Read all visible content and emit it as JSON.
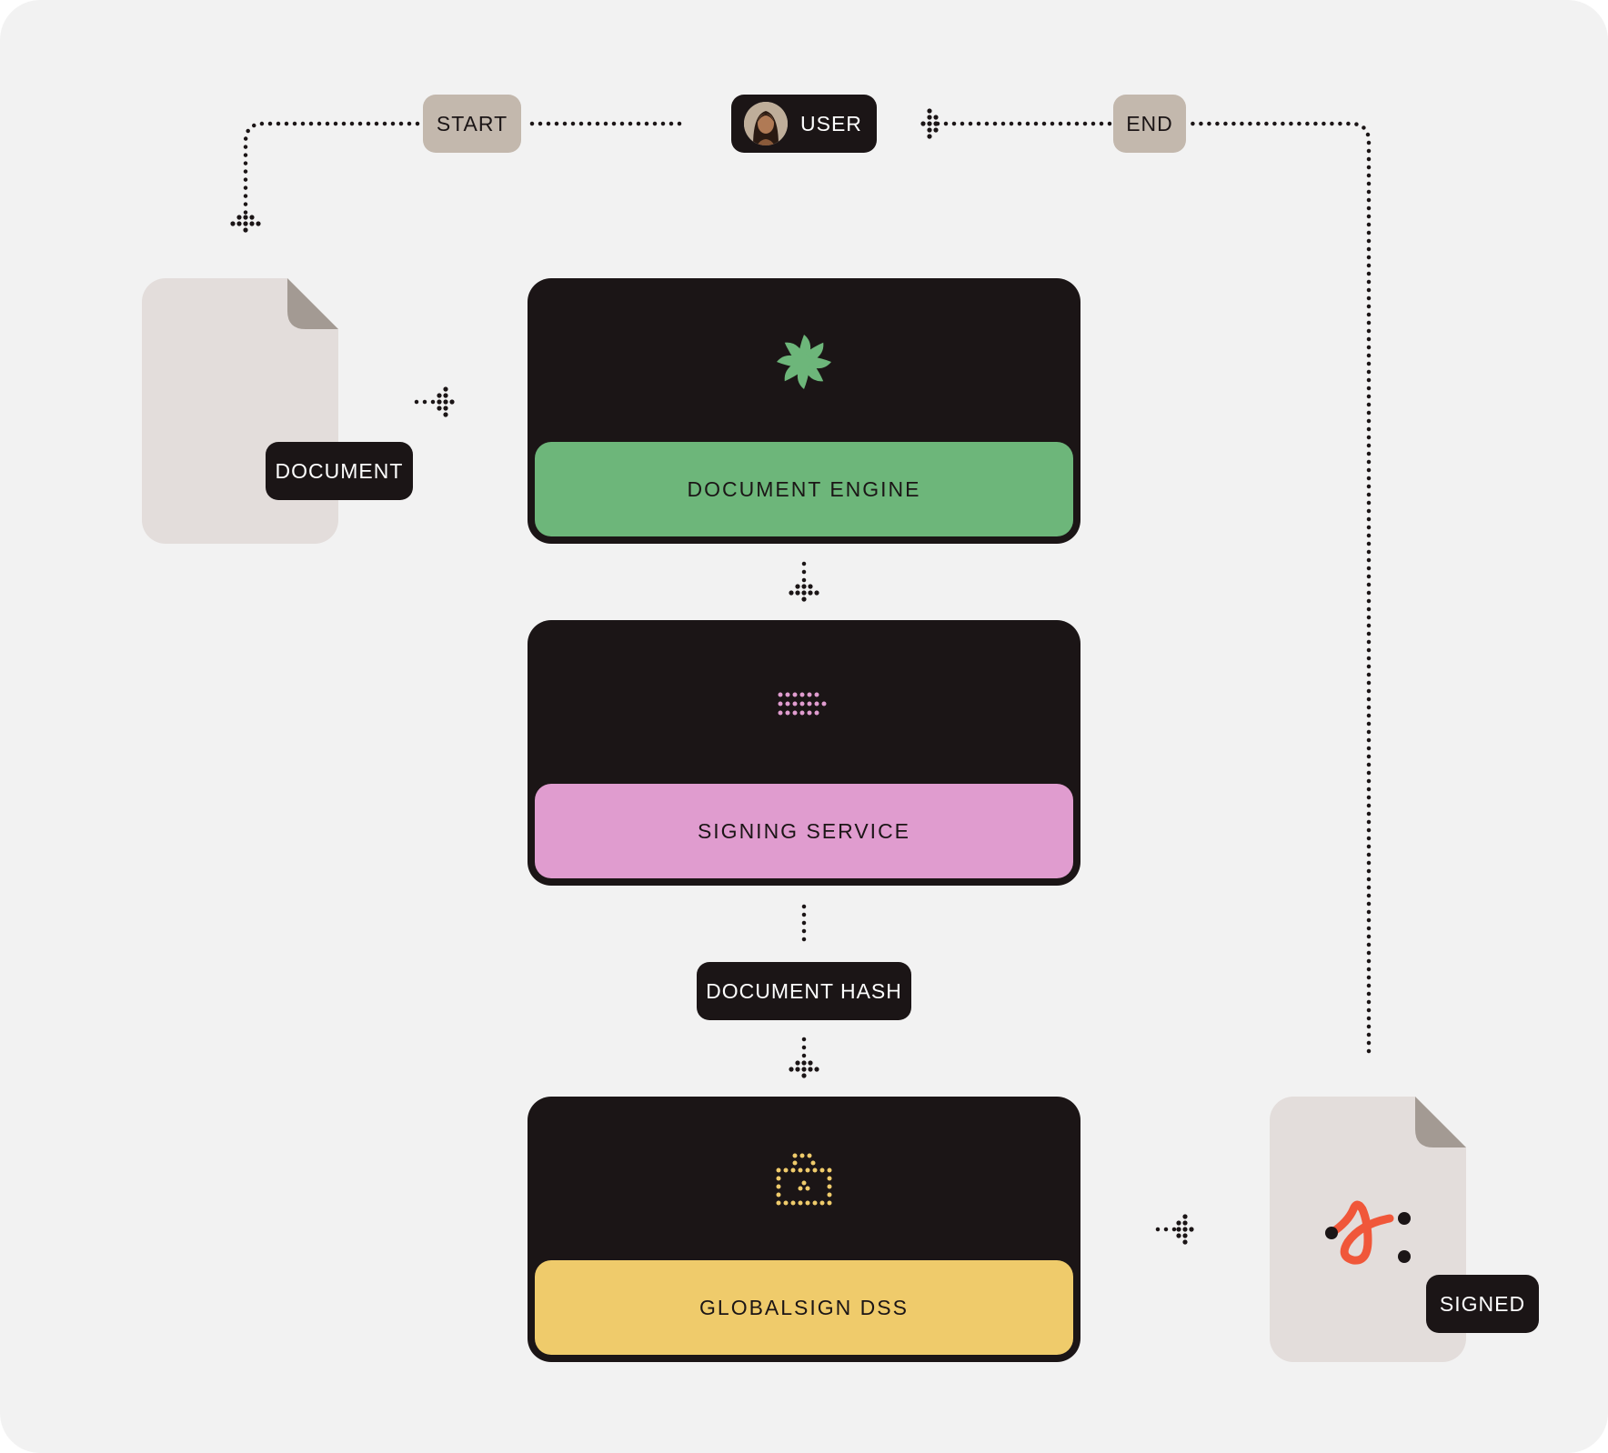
{
  "flow": {
    "start_label": "START",
    "user_label": "USER",
    "end_label": "END",
    "document_label": "DOCUMENT",
    "hash_label": "DOCUMENT HASH",
    "signed_label": "SIGNED"
  },
  "cards": [
    {
      "label": "DOCUMENT ENGINE",
      "icon": "pinwheel-icon",
      "color": "#6db67a"
    },
    {
      "label": "SIGNING SERVICE",
      "icon": "dotted-bar-icon",
      "color": "#e09ccf"
    },
    {
      "label": "GLOBALSIGN DSS",
      "icon": "dotted-briefcase-icon",
      "color": "#efcb6b"
    }
  ],
  "colors": {
    "background": "#f2f2f2",
    "card_dark": "#1b1516",
    "tan": "#c3b8ad",
    "paper": "#e3dddb",
    "signature": "#f0573a"
  }
}
